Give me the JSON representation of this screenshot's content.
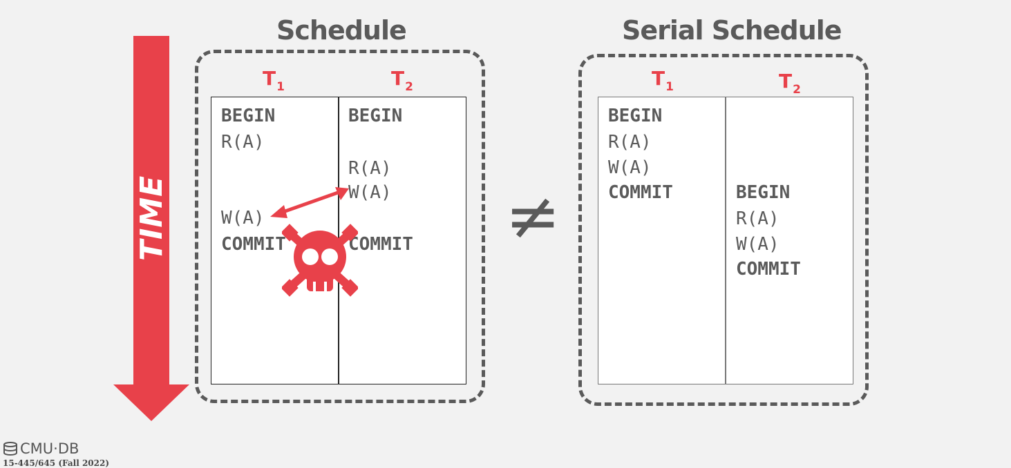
{
  "time_label": "TIME",
  "not_equal_symbol": "≠",
  "left": {
    "title": "Schedule",
    "t1_label": "T",
    "t1_sub": "1",
    "t2_label": "T",
    "t2_sub": "2",
    "t1_ops": [
      "BEGIN",
      "R(A)",
      "W(A)",
      "COMMIT"
    ],
    "t2_ops": [
      "BEGIN",
      "R(A)",
      "W(A)",
      "COMMIT"
    ]
  },
  "right": {
    "title": "Serial Schedule",
    "t1_label": "T",
    "t1_sub": "1",
    "t2_label": "T",
    "t2_sub": "2",
    "t1_ops": [
      "BEGIN",
      "R(A)",
      "W(A)",
      "COMMIT"
    ],
    "t2_ops": [
      "BEGIN",
      "R(A)",
      "W(A)",
      "COMMIT"
    ]
  },
  "footer": {
    "logo_text": "CMU·DB",
    "course": "15-445/645 (Fall 2022)"
  },
  "colors": {
    "accent": "#e8414a",
    "text": "#5a5a5a"
  },
  "icons": [
    "time-arrow-icon",
    "skull-crossbones-icon",
    "conflict-arrow-icon",
    "database-icon"
  ]
}
